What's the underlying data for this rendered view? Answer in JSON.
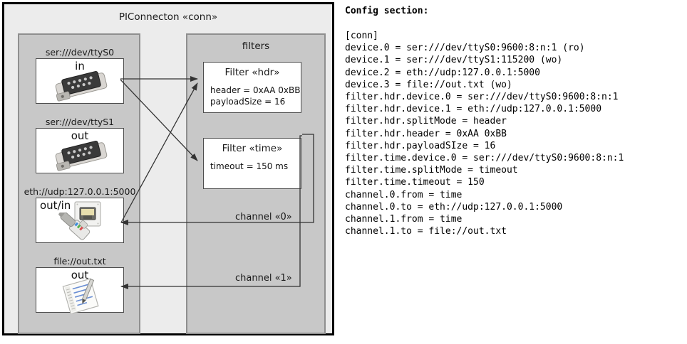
{
  "diagram": {
    "title": "PIConnecton «conn»",
    "filters_group_title": "filters",
    "devices": [
      {
        "label": "ser:///dev/ttyS0",
        "direction": "in",
        "icon": "serial-db9-connector-icon"
      },
      {
        "label": "ser:///dev/ttyS1",
        "direction": "out",
        "icon": "serial-db9-connector-icon"
      },
      {
        "label": "eth://udp:127.0.0.1:5000",
        "direction": "out/in",
        "icon": "ethernet-rj45-icon"
      },
      {
        "label": "file://out.txt",
        "direction": "out",
        "icon": "text-file-edit-icon"
      }
    ],
    "filters": [
      {
        "title": "Filter «hdr»",
        "props": [
          "header = 0xAA 0xBB",
          "payloadSize = 16"
        ]
      },
      {
        "title": "Filter «time»",
        "props": [
          "timeout = 150 ms"
        ]
      }
    ],
    "channels": [
      {
        "label": "channel «0»"
      },
      {
        "label": "channel «1»"
      }
    ]
  },
  "config": {
    "heading": "Config section:",
    "lines": [
      "[conn]",
      "device.0 = ser:///dev/ttyS0:9600:8:n:1 (ro)",
      "device.1 = ser:///dev/ttyS1:115200 (wo)",
      "device.2 = eth://udp:127.0.0.1:5000",
      "device.3 = file://out.txt (wo)",
      "filter.hdr.device.0 = ser:///dev/ttyS0:9600:8:n:1",
      "filter.hdr.device.1 = eth://udp:127.0.0.1:5000",
      "filter.hdr.splitMode = header",
      "filter.hdr.header = 0xAA 0xBB",
      "filter.hdr.payloadSIze = 16",
      "filter.time.device.0 = ser:///dev/ttyS0:9600:8:n:1",
      "filter.time.splitMode = timeout",
      "filter.time.timeout = 150",
      "channel.0.from = time",
      "channel.0.to = eth://udp:127.0.0.1:5000",
      "channel.1.from = time",
      "channel.1.to = file://out.txt"
    ]
  },
  "colors": {
    "page_background": "#ffffff",
    "outer_border": "#000000",
    "outer_fill": "#ececec",
    "compartment_fill": "#c8c8c8",
    "compartment_border": "#8f8f8f",
    "node_fill": "#ffffff",
    "node_border": "#4d4d4d",
    "connector": "#333333"
  }
}
